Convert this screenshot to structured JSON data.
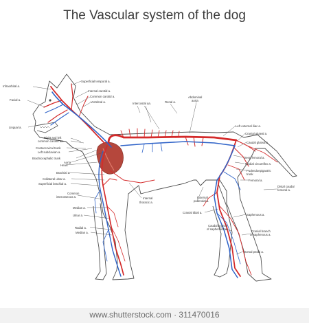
{
  "title": "The Vascular system of the dog",
  "footer": "www.shutterstock.com · 311470016",
  "colors": {
    "artery": "#d42a2a",
    "vein": "#2f63c8",
    "outline": "#4a4a4a",
    "heart": "#b5473c"
  },
  "labels": {
    "infraorbital": "Infraorbital a.",
    "facial": "Facial a.",
    "lingual": "Lingual a.",
    "superficial_temporal": "Superficial temporal a.",
    "internal_carotid": "Internal carotid a.",
    "common_carotid": "Common carotid a.",
    "vertebral": "Vertebral a.",
    "intercostal": "Intercostal aa.",
    "renal": "Renal a.",
    "abdominal_aorta_1": "Abdominal",
    "abdominal_aorta_2": "aorta",
    "left_external_iliac": "Left external iliac a.",
    "cranial_gluteal": "Cranial gluteal a.",
    "caudal_gluteal": "Caudal gluteal a.",
    "right_left_carotid_1": "Right and left",
    "right_left_carotid_2": "common carotid aa.",
    "costocervical": "Costocervical trunk",
    "left_subclavian": "Left subclavian a.",
    "brachiocephalic": "Brachiocephalic trunk",
    "aorta": "Aorta",
    "heart": "Heart",
    "brachial": "Brachial a.",
    "collateral_ulnar": "Collateral ulnar a.",
    "superficial_brachial": "Superficial brachial a.",
    "common_interosseous_1": "Common",
    "common_interosseous_2": "interosseous a.",
    "median_1": "Median a.",
    "ulnar": "Ulnar a.",
    "radial": "Radial a.",
    "median_2": "Median a.",
    "internal_thoracic_1": "Internal",
    "internal_thoracic_2": "thoracic a.",
    "external_pudendal_1": "External",
    "external_pudendal_2": "pudendal a.",
    "deep_femoral": "Deep femoral a.",
    "medial_circumflex": "Medial circumflex a.",
    "pudendoepigastric_1": "Pudendoepigastric",
    "pudendoepigastric_2": "trunk",
    "femoral": "Femoral a.",
    "distal_caudal_femoral_1": "Distal caudal",
    "distal_caudal_femoral_2": "femoral a.",
    "cranial_tibial": "Cranial tibial a.",
    "saphenous": "Saphenous a.",
    "caudal_branch_1": "Caudal branch",
    "caudal_branch_2": "of saphenous a.",
    "cranial_branch_1": "Cranial branch",
    "cranial_branch_2": "of saphenous a.",
    "dorsal_pedal": "Dorsal pedal a."
  }
}
